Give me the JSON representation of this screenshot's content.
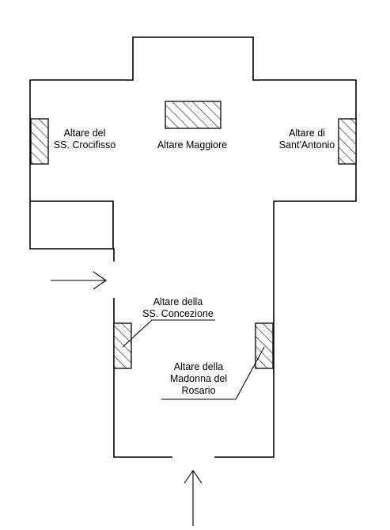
{
  "altars": {
    "crocifisso": {
      "line1": "Altare del",
      "line2": "SS. Crocifisso"
    },
    "maggiore": {
      "line1": "Altare Maggiore"
    },
    "antonio": {
      "line1": "Altare di",
      "line2": "Sant'Antonio"
    },
    "concezione": {
      "line1": "Altare della",
      "line2": "SS. Concezione"
    },
    "rosario": {
      "line1": "Altare della",
      "line2": "Madonna del",
      "line3": "Rosario"
    }
  },
  "entrances": [
    {
      "name": "side-entrance",
      "direction": "right"
    },
    {
      "name": "main-entrance",
      "direction": "up"
    }
  ]
}
